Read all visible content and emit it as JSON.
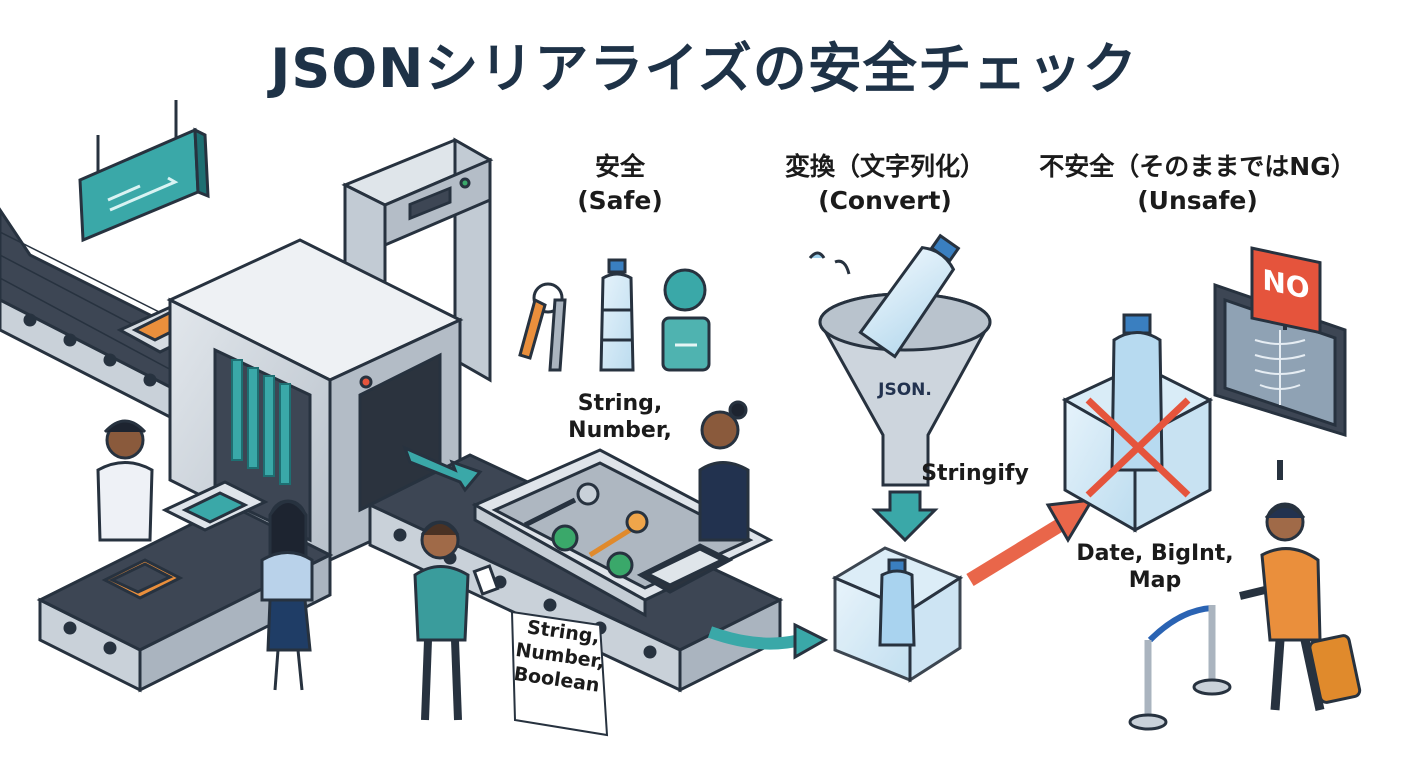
{
  "title": "JSONシリアライズの安全チェック",
  "sections": {
    "safe": {
      "heading": "安全",
      "sub": "(Safe)",
      "types_line1": "String,",
      "types_line2": "Number,"
    },
    "convert": {
      "heading": "変換（文字列化）",
      "sub": "(Convert)",
      "funnel_label": "JSON.",
      "method_label": "Stringify"
    },
    "unsafe": {
      "heading": "不安全（そのままではNG）",
      "sub": "(Unsafe)",
      "types_line1": "Date, BigInt,",
      "types_line2": "Map",
      "no_sign": "NO"
    }
  },
  "conveyor_sign": {
    "line1": "String,",
    "line2": "Number,",
    "line3": "Boolean"
  },
  "colors": {
    "title": "#1e3247",
    "teal": "#3aa8a8",
    "arrow_red": "#e9664a",
    "no_sign": "#e5543c",
    "steel": "#c9d1d9",
    "dark_belt": "#3d4654"
  }
}
